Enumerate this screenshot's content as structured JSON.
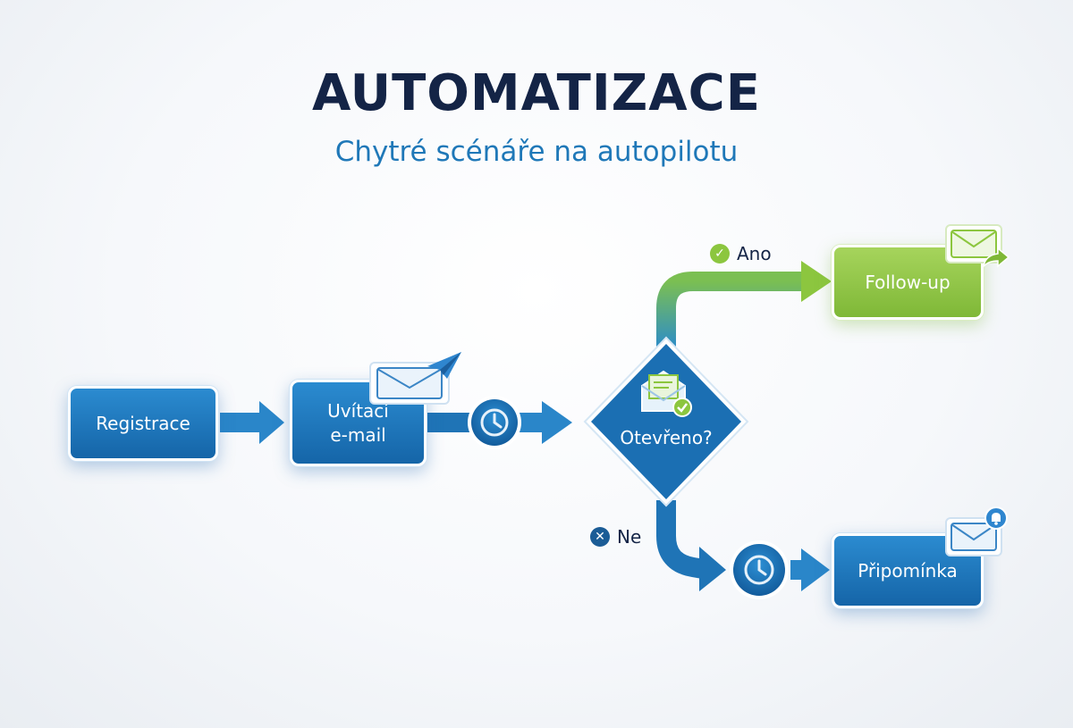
{
  "header": {
    "title": "AUTOMATIZACE",
    "subtitle": "Chytré scénáře na autopilotu"
  },
  "nodes": {
    "registrace": "Registrace",
    "uvitaci_line1": "Uvítací",
    "uvitaci_line2": "e-mail",
    "decision": "Otevřeno?",
    "followup": "Follow-up",
    "pripominka": "Připomínka"
  },
  "branches": {
    "yes": "Ano",
    "no": "Ne"
  },
  "colors": {
    "primary_blue": "#1b6fb3",
    "accent_green": "#8cc63f",
    "title_navy": "#142446",
    "subtitle_blue": "#1f78b8",
    "no_badge": "#1b5c96"
  },
  "icons": {
    "welcome_email": "envelope-send-icon",
    "decision": "opened-envelope-check-icon",
    "followup": "envelope-forward-icon",
    "reminder": "envelope-bell-icon",
    "timers": "clock-icon"
  }
}
